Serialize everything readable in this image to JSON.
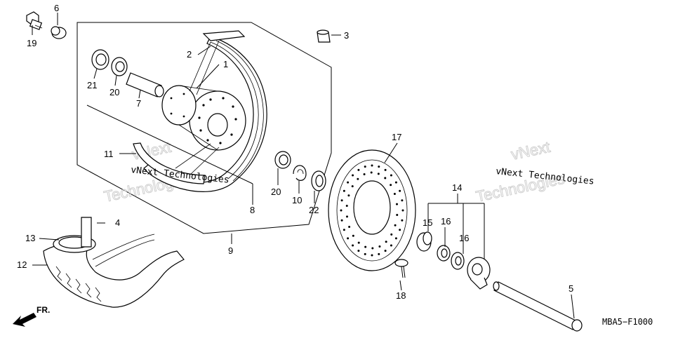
{
  "labels": {
    "p1": "1",
    "p2": "2",
    "p3": "3",
    "p4": "4",
    "p5": "5",
    "p6": "6",
    "p7": "7",
    "p8": "8",
    "p9": "9",
    "p10": "10",
    "p11": "11",
    "p12": "12",
    "p13": "13",
    "p14": "14",
    "p15": "15",
    "p16a": "16",
    "p16b": "16",
    "p17": "17",
    "p18": "18",
    "p19": "19",
    "p20a": "20",
    "p20b": "20",
    "p21": "21",
    "p22": "22"
  },
  "watermarks": {
    "left_small": "vNext Technologies",
    "right_small": "vNext Technologies",
    "left_big_1": "vNext",
    "left_big_2": "Technologies",
    "right_big_1": "vNext",
    "right_big_2": "Technologies"
  },
  "direction_label": "FR.",
  "diagram_code": "MBA5−F1000"
}
